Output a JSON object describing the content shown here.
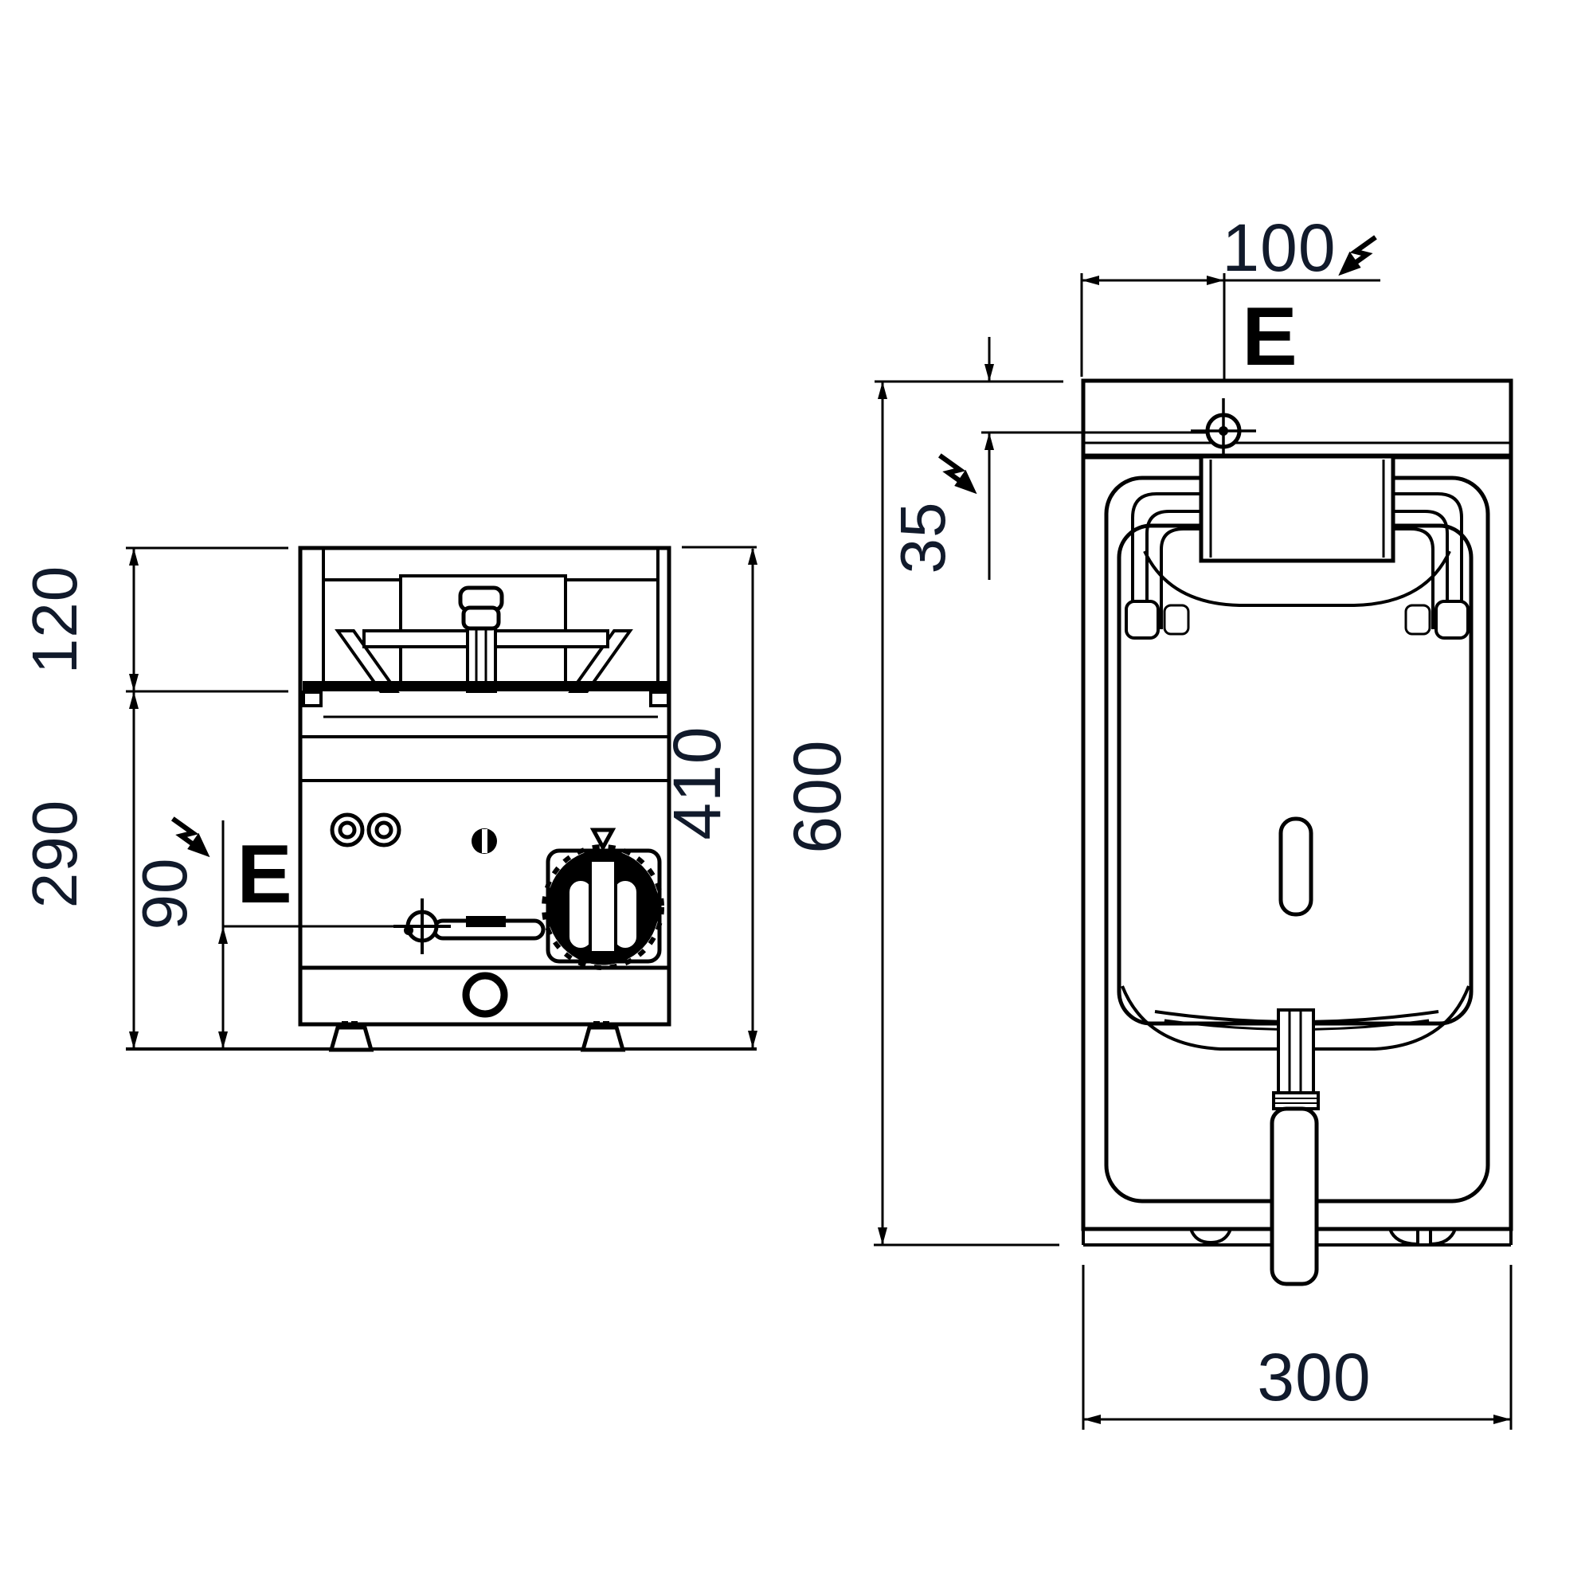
{
  "page": {
    "background": "#ffffff"
  },
  "drawing": {
    "type": "technical-dimension-drawing",
    "subject": "countertop electric fryer, front view and top view with dimensions",
    "line_color": "#000000",
    "dim_text_color": "#111a2b",
    "views": {
      "front": {
        "dims": {
          "upper_section": "120",
          "lower_section": "290",
          "drain_height": "90",
          "total_height": "410",
          "electric_label": "E"
        }
      },
      "top": {
        "dims": {
          "connection_x": "100",
          "connection_y": "35",
          "depth": "600",
          "width": "300",
          "electric_label": "E"
        }
      }
    }
  }
}
